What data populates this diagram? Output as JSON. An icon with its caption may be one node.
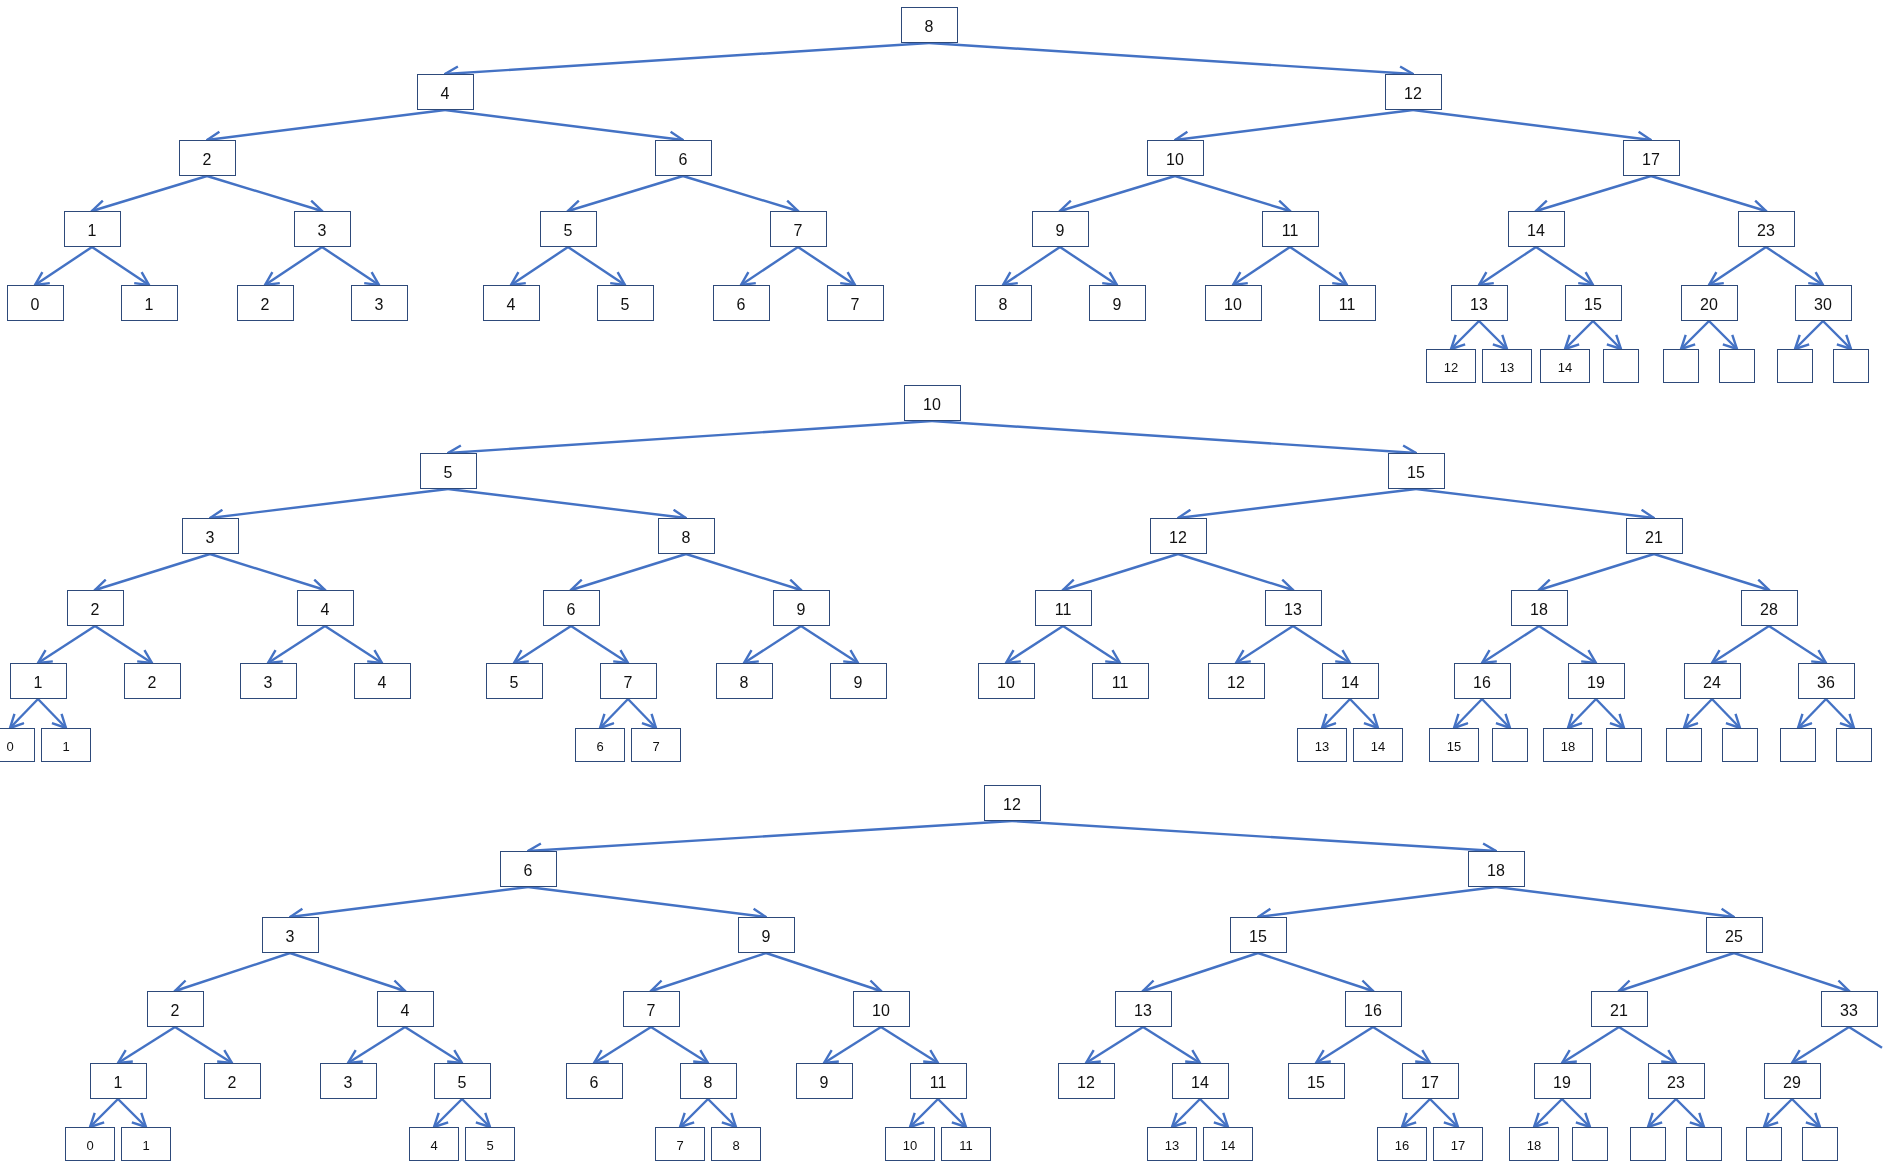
{
  "diagram": {
    "nodes": [
      {
        "text": [
          "8"
        ]
      },
      {
        "text": [
          "4"
        ]
      },
      {
        "text": [
          "12"
        ]
      },
      {
        "text": [
          "2"
        ]
      },
      {
        "text": [
          "6"
        ]
      },
      {
        "text": [
          "10"
        ]
      },
      {
        "text": [
          "17"
        ]
      },
      {
        "text": [
          "1"
        ]
      },
      {
        "text": [
          "3"
        ]
      },
      {
        "text": [
          "5"
        ]
      },
      {
        "text": [
          "7"
        ]
      },
      {
        "text": [
          "9"
        ]
      },
      {
        "text": [
          "11"
        ]
      },
      {
        "text": [
          "14"
        ]
      },
      {
        "text": [
          "23"
        ]
      },
      {
        "text": [
          "0"
        ]
      },
      {
        "text": [
          "1"
        ]
      },
      {
        "text": [
          "2"
        ]
      },
      {
        "text": [
          "3"
        ]
      },
      {
        "text": [
          "4"
        ]
      },
      {
        "text": [
          "5"
        ]
      },
      {
        "text": [
          "6"
        ]
      },
      {
        "text": [
          "7"
        ]
      },
      {
        "text": [
          "8"
        ]
      },
      {
        "text": [
          "9"
        ]
      },
      {
        "text": [
          "10"
        ]
      },
      {
        "text": [
          "11"
        ]
      },
      {
        "text": [
          "13"
        ]
      },
      {
        "text": [
          "15"
        ]
      },
      {
        "text": [
          "20"
        ]
      },
      {
        "text": [
          "30"
        ]
      },
      {
        "text": [
          "12"
        ]
      },
      {
        "text": [
          "13"
        ]
      },
      {
        "text": [
          "14"
        ]
      },
      {
        "text": [],
        "shape": "box"
      },
      {
        "text": [],
        "shape": "box"
      },
      {
        "text": [],
        "shape": "box"
      },
      {
        "text": [],
        "shape": "box"
      },
      {
        "text": [],
        "shape": "box"
      },
      {
        "text": [
          "10"
        ]
      },
      {
        "text": [
          "5"
        ]
      },
      {
        "text": [
          "15"
        ]
      },
      {
        "text": [
          "3"
        ]
      },
      {
        "text": [
          "8"
        ]
      },
      {
        "text": [
          "12"
        ]
      },
      {
        "text": [
          "21"
        ]
      },
      {
        "text": [
          "2"
        ]
      },
      {
        "text": [
          "4"
        ]
      },
      {
        "text": [
          "6"
        ]
      },
      {
        "text": [
          "9"
        ]
      },
      {
        "text": [
          "11"
        ]
      },
      {
        "text": [
          "13"
        ]
      },
      {
        "text": [
          "18"
        ]
      },
      {
        "text": [
          "28"
        ]
      },
      {
        "text": [
          "1"
        ]
      },
      {
        "text": [
          "2"
        ]
      },
      {
        "text": [
          "3"
        ]
      },
      {
        "text": [
          "4"
        ]
      },
      {
        "text": [
          "5"
        ]
      },
      {
        "text": [
          "7"
        ]
      },
      {
        "text": [
          "8"
        ]
      },
      {
        "text": [
          "9"
        ]
      },
      {
        "text": [
          "10"
        ]
      },
      {
        "text": [
          "11"
        ]
      },
      {
        "text": [
          "12"
        ]
      },
      {
        "text": [
          "14"
        ]
      },
      {
        "text": [
          "16"
        ]
      },
      {
        "text": [
          "19"
        ]
      },
      {
        "text": [
          "24"
        ]
      },
      {
        "text": [
          "36"
        ]
      },
      {
        "text": [
          "0"
        ]
      },
      {
        "text": [
          "1"
        ]
      },
      {
        "text": [
          "6"
        ]
      },
      {
        "text": [
          "7"
        ]
      },
      {
        "text": [
          "13"
        ]
      },
      {
        "text": [
          "14"
        ]
      },
      {
        "text": [
          "15"
        ]
      },
      {
        "text": [],
        "shape": "box"
      },
      {
        "text": [
          "18"
        ]
      },
      {
        "text": [],
        "shape": "box"
      },
      {
        "text": [],
        "shape": "box"
      },
      {
        "text": [],
        "shape": "box"
      },
      {
        "text": [],
        "shape": "box"
      },
      {
        "text": [],
        "shape": "box"
      },
      {
        "text": [
          "12"
        ]
      },
      {
        "text": [
          "6"
        ]
      },
      {
        "text": [
          "18"
        ]
      },
      {
        "text": [
          "3"
        ]
      },
      {
        "text": [
          "9"
        ]
      },
      {
        "text": [
          "15"
        ]
      },
      {
        "text": [
          "25"
        ]
      },
      {
        "text": [
          "2"
        ]
      },
      {
        "text": [
          "4"
        ]
      },
      {
        "text": [
          "7"
        ]
      },
      {
        "text": [
          "10"
        ]
      },
      {
        "text": [
          "13"
        ]
      },
      {
        "text": [
          "16"
        ]
      },
      {
        "text": [
          "21"
        ]
      },
      {
        "text": [
          "33"
        ]
      },
      {
        "text": [
          "1"
        ]
      },
      {
        "text": [
          "2"
        ]
      },
      {
        "text": [
          "3"
        ]
      },
      {
        "text": [
          "5"
        ]
      },
      {
        "text": [
          "6"
        ]
      },
      {
        "text": [
          "8"
        ]
      },
      {
        "text": [
          "9"
        ]
      },
      {
        "text": [
          "11"
        ]
      },
      {
        "text": [
          "12"
        ]
      },
      {
        "text": [
          "14"
        ]
      },
      {
        "text": [
          "15"
        ]
      },
      {
        "text": [
          "17"
        ]
      },
      {
        "text": [
          "19"
        ]
      },
      {
        "text": [
          "23"
        ]
      },
      {
        "text": [
          "29"
        ]
      },
      {
        "text": [
          "0"
        ]
      },
      {
        "text": [
          "1"
        ]
      },
      {
        "text": [
          "4"
        ]
      },
      {
        "text": [
          "5"
        ]
      },
      {
        "text": [
          "7"
        ]
      },
      {
        "text": [
          "8"
        ]
      },
      {
        "text": [
          "10"
        ]
      },
      {
        "text": [
          "11"
        ]
      },
      {
        "text": [
          "13"
        ]
      },
      {
        "text": [
          "14"
        ]
      },
      {
        "text": [
          "16"
        ]
      },
      {
        "text": [
          "17"
        ]
      },
      {
        "text": [
          "18"
        ]
      },
      {
        "text": [],
        "shape": "box"
      },
      {
        "text": [],
        "shape": "box"
      },
      {
        "text": [],
        "shape": "box"
      },
      {
        "text": [],
        "shape": "box"
      },
      {
        "text": [],
        "shape": "box"
      }
    ],
    "edges": [
      {
        "from": 0,
        "to": 1,
        "arrow": "to"
      },
      {
        "from": 0,
        "to": 2,
        "arrow": "to"
      },
      {
        "from": 1,
        "to": 3,
        "arrow": "to"
      },
      {
        "from": 1,
        "to": 4,
        "arrow": "to"
      },
      {
        "from": 2,
        "to": 5,
        "arrow": "to"
      },
      {
        "from": 2,
        "to": 6,
        "arrow": "to"
      },
      {
        "from": 3,
        "to": 7,
        "arrow": "to"
      },
      {
        "from": 3,
        "to": 8,
        "arrow": "to"
      },
      {
        "from": 4,
        "to": 9,
        "arrow": "to"
      },
      {
        "from": 4,
        "to": 10,
        "arrow": "to"
      },
      {
        "from": 5,
        "to": 11,
        "arrow": "to"
      },
      {
        "from": 5,
        "to": 12,
        "arrow": "to"
      },
      {
        "from": 6,
        "to": 13,
        "arrow": "to"
      },
      {
        "from": 6,
        "to": 14,
        "arrow": "to"
      },
      {
        "from": 7,
        "to": 15,
        "arrow": "to"
      },
      {
        "from": 7,
        "to": 16,
        "arrow": "to"
      },
      {
        "from": 8,
        "to": 17,
        "arrow": "to"
      },
      {
        "from": 8,
        "to": 18,
        "arrow": "to"
      },
      {
        "from": 9,
        "to": 19,
        "arrow": "to"
      },
      {
        "from": 9,
        "to": 20,
        "arrow": "to"
      },
      {
        "from": 10,
        "to": 21,
        "arrow": "to"
      },
      {
        "from": 10,
        "to": 22,
        "arrow": "to"
      },
      {
        "from": 11,
        "to": 23,
        "arrow": "to"
      },
      {
        "from": 11,
        "to": 24,
        "arrow": "to"
      },
      {
        "from": 12,
        "to": 25,
        "arrow": "to"
      },
      {
        "from": 12,
        "to": 26,
        "arrow": "to"
      },
      {
        "from": 13,
        "to": 27,
        "arrow": "to"
      },
      {
        "from": 13,
        "to": 28,
        "arrow": "to"
      },
      {
        "from": 14,
        "to": 29,
        "arrow": "to"
      },
      {
        "from": 14,
        "to": 30,
        "arrow": "to"
      },
      {
        "from": 27,
        "to": 31,
        "arrow": "to"
      },
      {
        "from": 27,
        "to": 32,
        "arrow": "to"
      },
      {
        "from": 28,
        "to": 33,
        "arrow": "to"
      },
      {
        "from": 28,
        "to": 34,
        "arrow": "to"
      },
      {
        "from": 29,
        "to": 35,
        "arrow": "to"
      },
      {
        "from": 29,
        "to": 36,
        "arrow": "to"
      },
      {
        "from": 30,
        "to": 37,
        "arrow": "to"
      },
      {
        "from": 30,
        "to": 38,
        "arrow": "to"
      },
      {
        "from": 39,
        "to": 40,
        "arrow": "to"
      },
      {
        "from": 39,
        "to": 41,
        "arrow": "to"
      },
      {
        "from": 40,
        "to": 42,
        "arrow": "to"
      },
      {
        "from": 40,
        "to": 43,
        "arrow": "to"
      },
      {
        "from": 41,
        "to": 44,
        "arrow": "to"
      },
      {
        "from": 41,
        "to": 45,
        "arrow": "to"
      },
      {
        "from": 42,
        "to": 46,
        "arrow": "to"
      },
      {
        "from": 42,
        "to": 47,
        "arrow": "to"
      },
      {
        "from": 43,
        "to": 48,
        "arrow": "to"
      },
      {
        "from": 43,
        "to": 49,
        "arrow": "to"
      },
      {
        "from": 44,
        "to": 50,
        "arrow": "to"
      },
      {
        "from": 44,
        "to": 51,
        "arrow": "to"
      },
      {
        "from": 45,
        "to": 52,
        "arrow": "to"
      },
      {
        "from": 45,
        "to": 53,
        "arrow": "to"
      },
      {
        "from": 46,
        "to": 54,
        "arrow": "to"
      },
      {
        "from": 46,
        "to": 55,
        "arrow": "to"
      },
      {
        "from": 47,
        "to": 56,
        "arrow": "to"
      },
      {
        "from": 47,
        "to": 57,
        "arrow": "to"
      },
      {
        "from": 48,
        "to": 58,
        "arrow": "to"
      },
      {
        "from": 48,
        "to": 59,
        "arrow": "to"
      },
      {
        "from": 49,
        "to": 60,
        "arrow": "to"
      },
      {
        "from": 49,
        "to": 61,
        "arrow": "to"
      },
      {
        "from": 50,
        "to": 62,
        "arrow": "to"
      },
      {
        "from": 50,
        "to": 63,
        "arrow": "to"
      },
      {
        "from": 51,
        "to": 64,
        "arrow": "to"
      },
      {
        "from": 51,
        "to": 65,
        "arrow": "to"
      },
      {
        "from": 52,
        "to": 66,
        "arrow": "to"
      },
      {
        "from": 52,
        "to": 67,
        "arrow": "to"
      },
      {
        "from": 53,
        "to": 68,
        "arrow": "to"
      },
      {
        "from": 53,
        "to": 69,
        "arrow": "to"
      },
      {
        "from": 54,
        "to": 70,
        "arrow": "to"
      },
      {
        "from": 54,
        "to": 71,
        "arrow": "to"
      },
      {
        "from": 59,
        "to": 72,
        "arrow": "to"
      },
      {
        "from": 59,
        "to": 73,
        "arrow": "to"
      },
      {
        "from": 65,
        "to": 74,
        "arrow": "to"
      },
      {
        "from": 65,
        "to": 75,
        "arrow": "to"
      },
      {
        "from": 66,
        "to": 76,
        "arrow": "to"
      },
      {
        "from": 66,
        "to": 77,
        "arrow": "to"
      },
      {
        "from": 67,
        "to": 78,
        "arrow": "to"
      },
      {
        "from": 67,
        "to": 79,
        "arrow": "to"
      },
      {
        "from": 68,
        "to": 80,
        "arrow": "to"
      },
      {
        "from": 68,
        "to": 81,
        "arrow": "to"
      },
      {
        "from": 69,
        "to": 82,
        "arrow": "to"
      },
      {
        "from": 69,
        "to": 83,
        "arrow": "to"
      },
      {
        "from": 84,
        "to": 85,
        "arrow": "to"
      },
      {
        "from": 84,
        "to": 86,
        "arrow": "to"
      },
      {
        "from": 85,
        "to": 87,
        "arrow": "to"
      },
      {
        "from": 85,
        "to": 88,
        "arrow": "to"
      },
      {
        "from": 86,
        "to": 89,
        "arrow": "to"
      },
      {
        "from": 86,
        "to": 90,
        "arrow": "to"
      },
      {
        "from": 87,
        "to": 91,
        "arrow": "to"
      },
      {
        "from": 87,
        "to": 92,
        "arrow": "to"
      },
      {
        "from": 88,
        "to": 93,
        "arrow": "to"
      },
      {
        "from": 88,
        "to": 94,
        "arrow": "to"
      },
      {
        "from": 89,
        "to": 95,
        "arrow": "to"
      },
      {
        "from": 89,
        "to": 96,
        "arrow": "to"
      },
      {
        "from": 90,
        "to": 97,
        "arrow": "to"
      },
      {
        "from": 90,
        "to": 98,
        "arrow": "to"
      },
      {
        "from": 91,
        "to": 99,
        "arrow": "to"
      },
      {
        "from": 91,
        "to": 100,
        "arrow": "to"
      },
      {
        "from": 92,
        "to": 101,
        "arrow": "to"
      },
      {
        "from": 92,
        "to": 102,
        "arrow": "to"
      },
      {
        "from": 93,
        "to": 103,
        "arrow": "to"
      },
      {
        "from": 93,
        "to": 104,
        "arrow": "to"
      },
      {
        "from": 94,
        "to": 105,
        "arrow": "to"
      },
      {
        "from": 94,
        "to": 106,
        "arrow": "to"
      },
      {
        "from": 95,
        "to": 107,
        "arrow": "to"
      },
      {
        "from": 95,
        "to": 108,
        "arrow": "to"
      },
      {
        "from": 96,
        "to": 109,
        "arrow": "to"
      },
      {
        "from": 96,
        "to": 110,
        "arrow": "to"
      },
      {
        "from": 97,
        "to": 111,
        "arrow": "to"
      },
      {
        "from": 97,
        "to": 112,
        "arrow": "to"
      },
      {
        "from": 98,
        "to": 113,
        "arrow": "to"
      },
      {
        "from": 98,
        "to": null,
        "arrow": "none"
      },
      {
        "from": 99,
        "to": 114,
        "arrow": "to"
      },
      {
        "from": 99,
        "to": 115,
        "arrow": "to"
      },
      {
        "from": 102,
        "to": 116,
        "arrow": "to"
      },
      {
        "from": 102,
        "to": 117,
        "arrow": "to"
      },
      {
        "from": 104,
        "to": 118,
        "arrow": "to"
      },
      {
        "from": 104,
        "to": 119,
        "arrow": "to"
      },
      {
        "from": 106,
        "to": 120,
        "arrow": "to"
      },
      {
        "from": 106,
        "to": 121,
        "arrow": "to"
      },
      {
        "from": 108,
        "to": 122,
        "arrow": "to"
      },
      {
        "from": 108,
        "to": 123,
        "arrow": "to"
      },
      {
        "from": 110,
        "to": 124,
        "arrow": "to"
      },
      {
        "from": 110,
        "to": 125,
        "arrow": "to"
      },
      {
        "from": 111,
        "to": 126,
        "arrow": "to"
      },
      {
        "from": 111,
        "to": 127,
        "arrow": "to"
      },
      {
        "from": 112,
        "to": 128,
        "arrow": "to"
      },
      {
        "from": 112,
        "to": 129,
        "arrow": "to"
      },
      {
        "from": 113,
        "to": 130,
        "arrow": "to"
      },
      {
        "from": 113,
        "to": 131,
        "arrow": "to"
      }
    ]
  }
}
